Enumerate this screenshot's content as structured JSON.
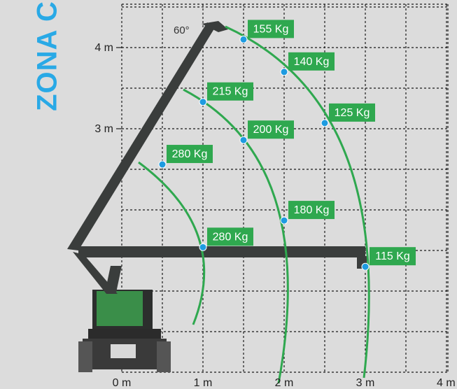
{
  "zone_title": "ZONA C",
  "angle_label": "60°",
  "colors": {
    "background": "#dcdcdc",
    "grid": "#1a1a1a",
    "arc": "#2fa84f",
    "label_bg": "#2fa84f",
    "label_text": "#ffffff",
    "point": "#1e9be0",
    "title": "#29a9e6",
    "machine": "#3a3d3c"
  },
  "axes": {
    "x_ticks": [
      {
        "value": 0,
        "label": "0 m"
      },
      {
        "value": 1,
        "label": "1 m"
      },
      {
        "value": 2,
        "label": "2 m"
      },
      {
        "value": 3,
        "label": "3 m"
      },
      {
        "value": 4,
        "label": "4 m"
      }
    ],
    "y_ticks": [
      {
        "value": 3,
        "label": "3 m"
      },
      {
        "value": 4,
        "label": "4 m"
      }
    ]
  },
  "load_points": [
    {
      "x": 1.5,
      "y": 4.1,
      "label": "155 Kg"
    },
    {
      "x": 2.0,
      "y": 3.7,
      "label": "140 Kg"
    },
    {
      "x": 2.5,
      "y": 3.07,
      "label": "125 Kg"
    },
    {
      "x": 1.0,
      "y": 3.33,
      "label": "215 Kg"
    },
    {
      "x": 1.5,
      "y": 2.86,
      "label": "200 Kg"
    },
    {
      "x": 0.5,
      "y": 2.56,
      "label": "280 Kg"
    },
    {
      "x": 2.0,
      "y": 1.87,
      "label": "180 Kg"
    },
    {
      "x": 1.0,
      "y": 1.54,
      "label": "280 Kg"
    },
    {
      "x": 3.0,
      "y": 1.3,
      "label": "115 Kg"
    }
  ]
}
